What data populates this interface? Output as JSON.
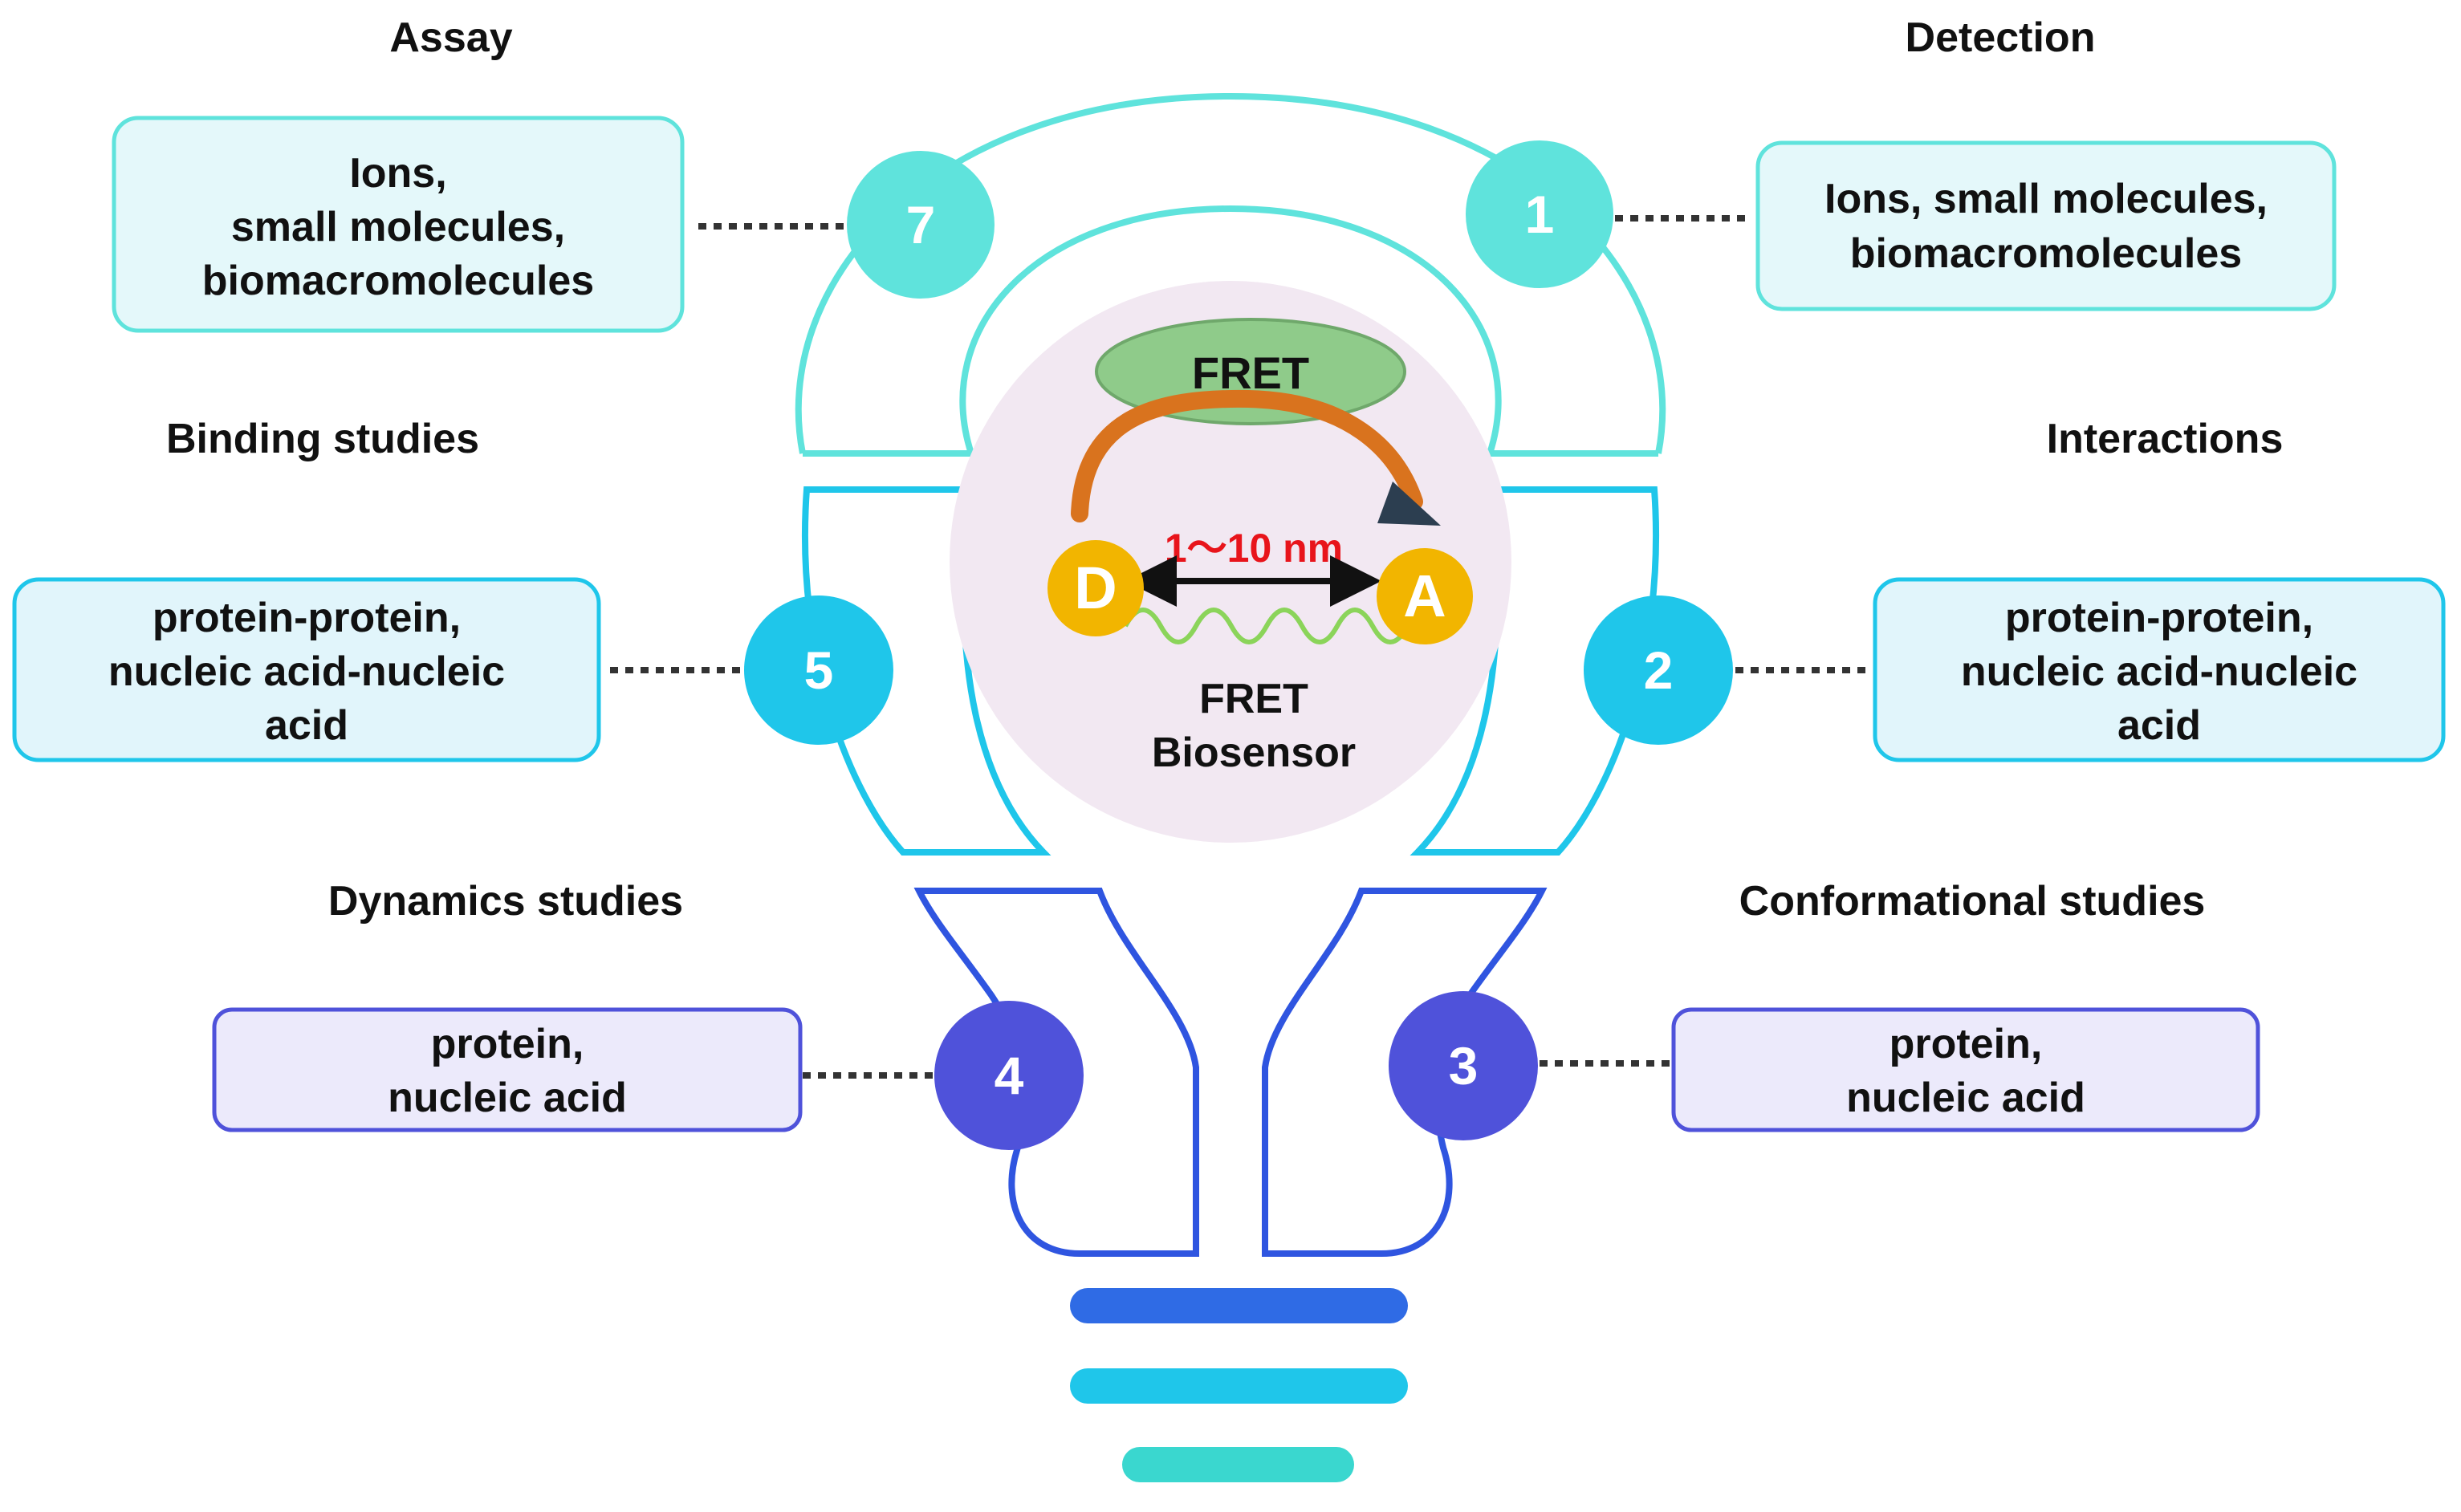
{
  "colors": {
    "teal": "#5FE3DC",
    "cyan": "#1FC6EA",
    "blue": "#2F55E0",
    "indigo": "#4F52DA",
    "base_blue": "#2F6BE5",
    "base_cyan": "#1FC6EA",
    "base_teal": "#3AD7CF",
    "center_fill": "#F2E8F2",
    "ellipse_fill": "#8FCB8A",
    "ellipse_stroke": "#6FA86B",
    "node_fill": "#F2B500",
    "arrow_orange": "#D9731E",
    "arrow_dark": "#2C3E50",
    "distance_red": "#E8141B",
    "wave_green": "#8BD45A"
  },
  "center": {
    "fret_label": "FRET",
    "distance": "1～10 nm",
    "donor": "D",
    "acceptor": "A",
    "title_line1": "FRET",
    "title_line2": "Biosensor"
  },
  "items": {
    "assay": {
      "number": "7",
      "title": "Assay",
      "lines": [
        "Ions,",
        "small molecules,",
        "biomacromolecules"
      ]
    },
    "detection": {
      "number": "1",
      "title": "Detection",
      "lines": [
        "Ions, small molecules,",
        "biomacromolecules"
      ]
    },
    "binding": {
      "number": "5",
      "title": "Binding studies",
      "lines": [
        "protein-protein,",
        "nucleic acid-nucleic",
        "acid"
      ]
    },
    "interactions": {
      "number": "2",
      "title": "Interactions",
      "lines": [
        "protein-protein,",
        "nucleic acid-nucleic",
        "acid"
      ]
    },
    "dynamics": {
      "number": "4",
      "title": "Dynamics studies",
      "lines": [
        "protein,",
        "nucleic acid"
      ]
    },
    "conformational": {
      "number": "3",
      "title": "Conformational studies",
      "lines": [
        "protein,",
        "nucleic acid"
      ]
    }
  }
}
